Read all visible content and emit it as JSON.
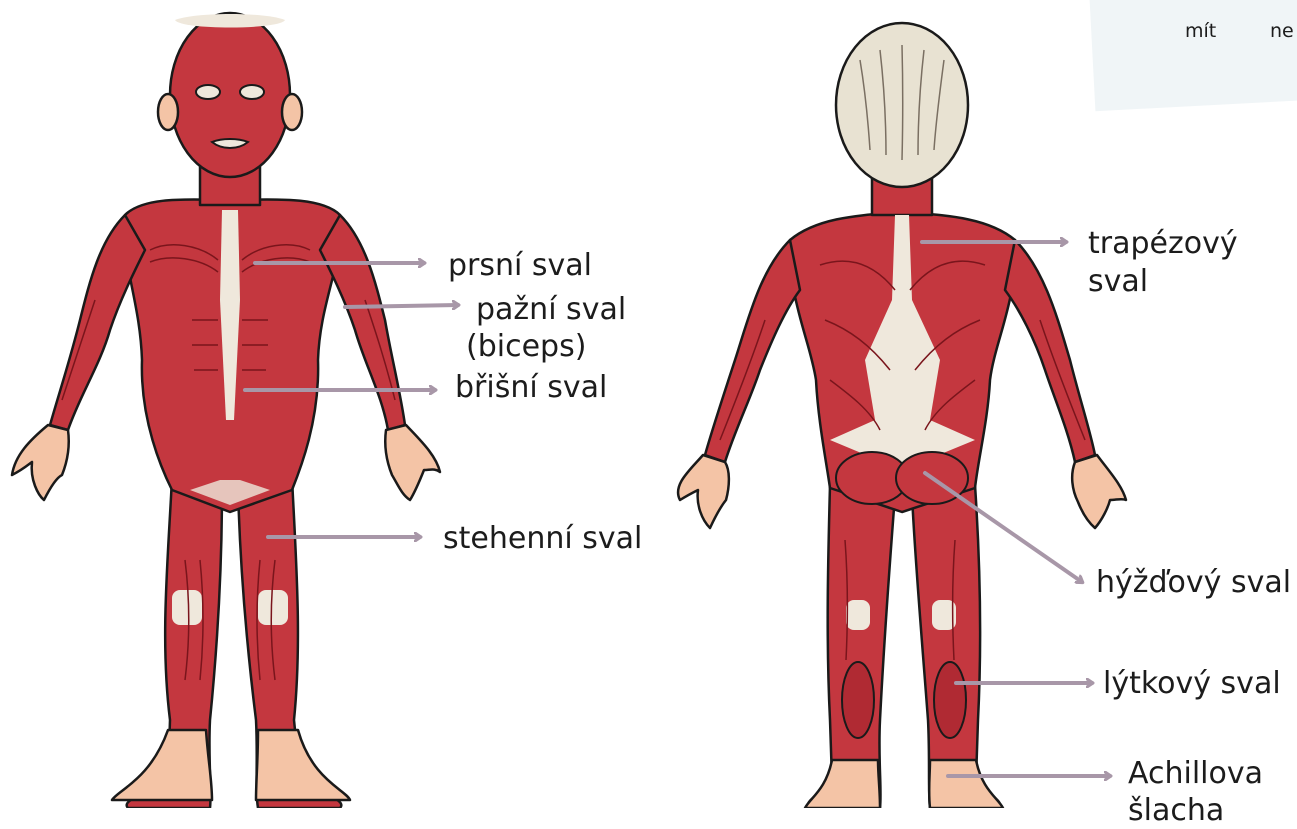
{
  "corner": {
    "words": [
      "mít",
      "ne"
    ]
  },
  "labels": {
    "front": {
      "pectoral": "prsní sval",
      "biceps_1": "pažní sval",
      "biceps_2": "(biceps)",
      "abdominal": "břišní sval",
      "thigh": "stehenní sval"
    },
    "back": {
      "trapezius_1": "trapézový",
      "trapezius_2": "sval",
      "gluteal": "hýžďový sval",
      "calf": "lýtkový sval",
      "achilles_1": "Achillova",
      "achilles_2": "šlacha"
    }
  },
  "colors": {
    "muscle": "#c4373f",
    "muscle_dark": "#8f1f27",
    "tendon": "#efe8dc",
    "skin": "#f4c4a6",
    "hair": "#e8e2d2",
    "arrow": "#a897a8",
    "outline": "#1a1a1a"
  }
}
